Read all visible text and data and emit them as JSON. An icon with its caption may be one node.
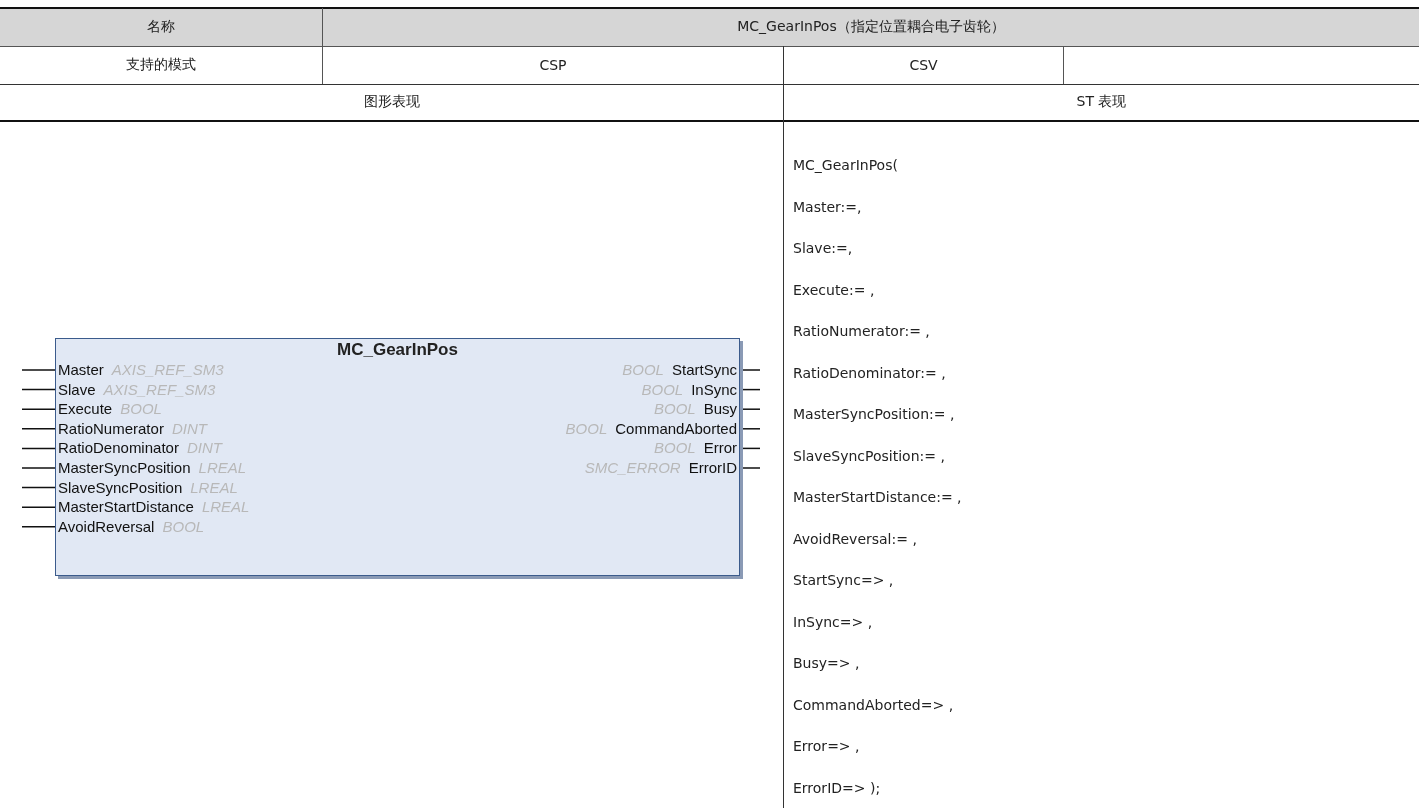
{
  "diagram": {
    "nodes": [
      {
        "text": [
          "MC_GearInPos",
          "Master",
          "AXIS_REF_SM3",
          "Slave",
          "AXIS_REF_SM3",
          "Execute",
          "BOOL",
          "RatioNumerator",
          "DINT",
          "RatioDenominator",
          "DINT",
          "MasterSyncPosition",
          "LREAL",
          "SlaveSyncPosition",
          "LREAL",
          "MasterStartDistance",
          "LREAL",
          "AvoidReversal",
          "BOOL",
          "BOOL",
          "StartSync",
          "BOOL",
          "InSync",
          "BOOL",
          "Busy",
          "BOOL",
          "CommandAborted",
          "BOOL",
          "Error",
          "SMC_ERROR",
          "ErrorID"
        ]
      }
    ],
    "labels": [
      "名称",
      "MC_GearInPos（指定位置耦合电子齿轮）",
      "支持的模式",
      "CSP",
      "CSV",
      "图形表现",
      "ST 表现",
      "MC_GearInPos(",
      "Master:=,",
      "Slave:=,",
      "Execute:= ,",
      "RatioNumerator:= ,",
      "RatioDenominator:= ,",
      "MasterSyncPosition:= ,",
      "SlaveSyncPosition:= ,",
      "MasterStartDistance:= ,",
      "AvoidReversal:= ,",
      "StartSync=> ,",
      "InSync=> ,",
      "Busy=> ,",
      "CommandAborted=> ,",
      "Error=> ,",
      "ErrorID=> );"
    ]
  }
}
